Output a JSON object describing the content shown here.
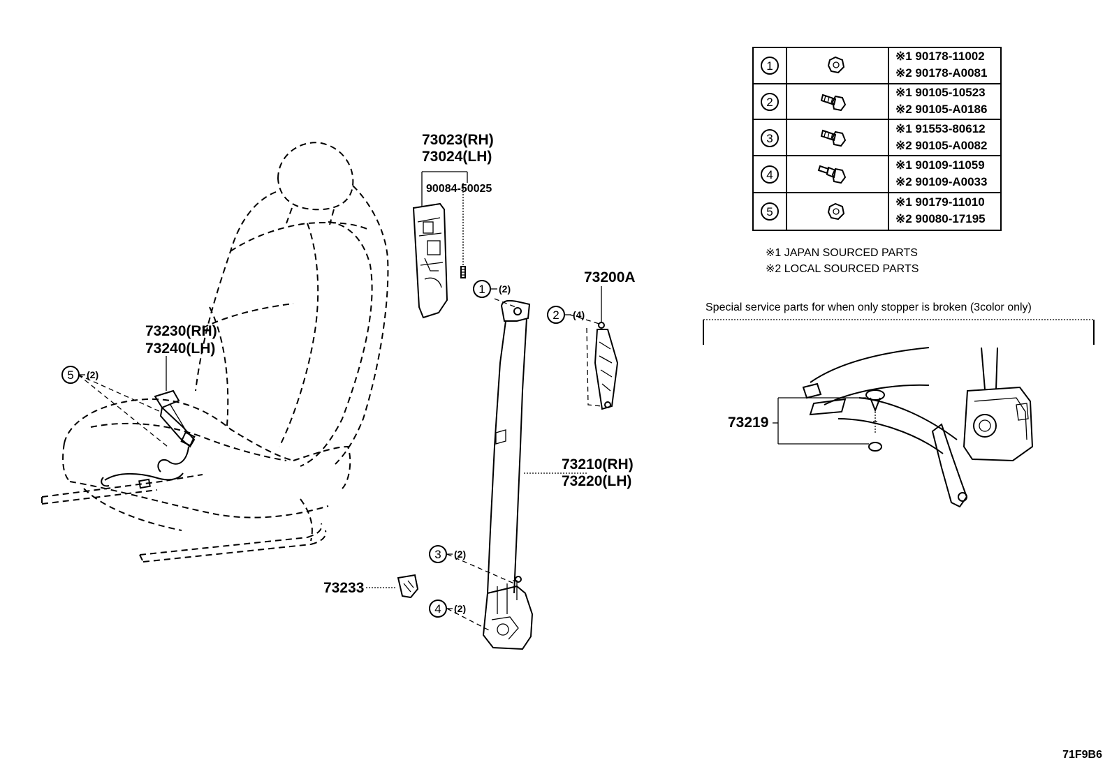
{
  "parts": {
    "belt_anchor_cover": {
      "rh": "73023(RH)",
      "lh": "73024(LH)",
      "screw": "90084-50025"
    },
    "outer_belt": {
      "rh": "73210(RH)",
      "lh": "73220(LH)"
    },
    "inner_buckle": {
      "rh": "73230(RH)",
      "lh": "73240(LH)"
    },
    "adjuster": "73200A",
    "cover": "73233",
    "stopper_kit": "73219"
  },
  "callouts": [
    {
      "id": "callout-1",
      "num": "1",
      "qty": "(2)"
    },
    {
      "id": "callout-2",
      "num": "2",
      "qty": "(4)"
    },
    {
      "id": "callout-3",
      "num": "3",
      "qty": "(2)"
    },
    {
      "id": "callout-4",
      "num": "4",
      "qty": "(2)"
    },
    {
      "id": "callout-5",
      "num": "5",
      "qty": "(2)"
    }
  ],
  "fastener_table": {
    "rows": [
      {
        "num": "1",
        "icon": "nut-icon",
        "p1": "※1 90178-11002",
        "p2": "※2 90178-A0081"
      },
      {
        "num": "2",
        "icon": "bolt-icon",
        "p1": "※1 90105-10523",
        "p2": "※2 90105-A0186"
      },
      {
        "num": "3",
        "icon": "bolt-icon",
        "p1": "※1 91553-80612",
        "p2": "※2 90105-A0082"
      },
      {
        "num": "4",
        "icon": "step-bolt-icon",
        "p1": "※1 90109-11059",
        "p2": "※2 90109-A0033"
      },
      {
        "num": "5",
        "icon": "nut-icon",
        "p1": "※1 90179-11010",
        "p2": "※2 90080-17195"
      }
    ]
  },
  "notes": {
    "note1": "※1 JAPAN SOURCED PARTS",
    "note2": "※2 LOCAL SOURCED PARTS"
  },
  "special": {
    "title": "Special service parts for when only stopper is broken (3color only)"
  },
  "figure_code": "71F9B6"
}
